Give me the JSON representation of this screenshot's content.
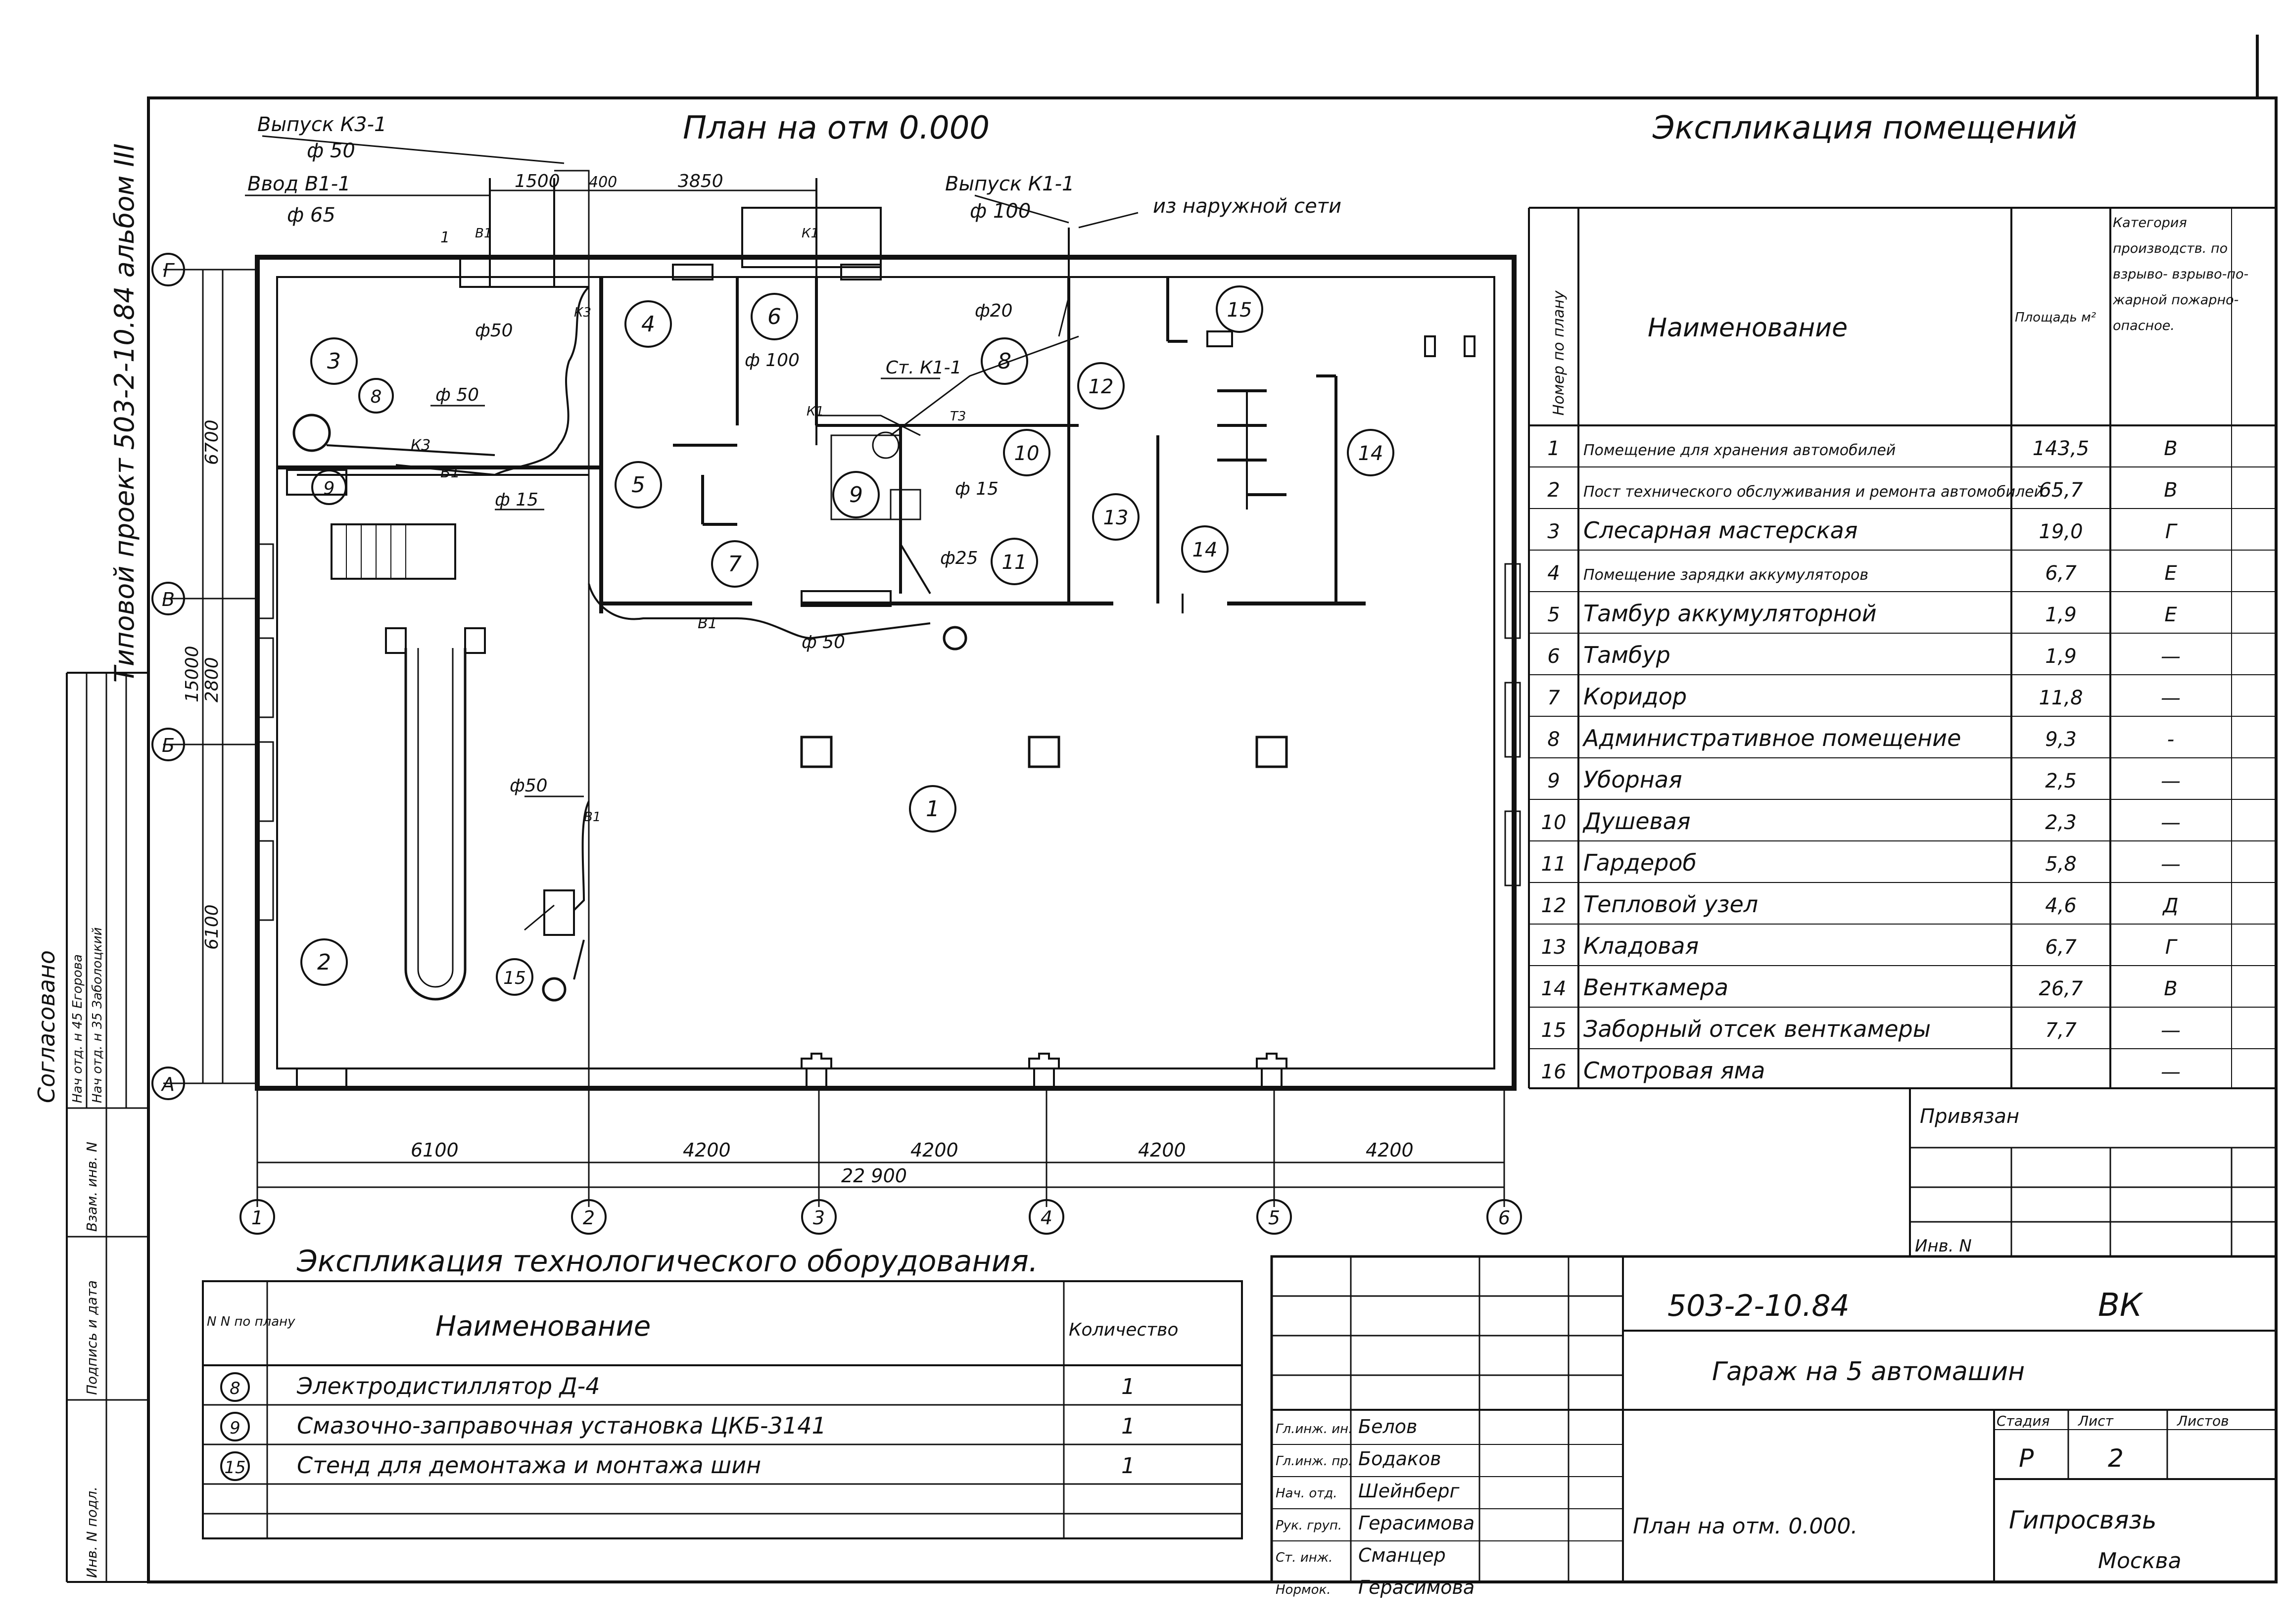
{
  "drawing": {
    "plan_title": "План на отм 0.000",
    "vertical_label": "Типовой проект 503-2-10.84 альбом III"
  },
  "pipes": {
    "k3_label": "Выпуск К3-1",
    "k3_dia": "ф 50",
    "v1_label": "Ввод В1-1",
    "v1_dia": "ф 65",
    "k1_label": "Выпуск К1-1",
    "k1_dia": "ф 100",
    "external": "из наружной сети",
    "riser": "Ст. К1-1",
    "dims_top": [
      "1500",
      "400",
      "3850"
    ],
    "diameters": [
      "ф50",
      "ф 50",
      "ф 15",
      "ф 100",
      "ф20",
      "ф 15",
      "ф25",
      "ф 50",
      "ф50"
    ],
    "codes": [
      "К3",
      "В1",
      "В1",
      "В1",
      "К1",
      "К1",
      "К3",
      "В1",
      "Т3"
    ],
    "mark_1": "1"
  },
  "plan": {
    "room_numbers": [
      "1",
      "2",
      "3",
      "4",
      "5",
      "6",
      "7",
      "8",
      "9",
      "10",
      "11",
      "12",
      "13",
      "14",
      "14",
      "15"
    ],
    "equipment_marks": [
      "8",
      "9",
      "15"
    ],
    "axis_letters": [
      "Г",
      "В",
      "Б",
      "А"
    ],
    "axis_numbers": [
      "1",
      "2",
      "3",
      "4",
      "5",
      "6"
    ],
    "dims_left": [
      "6700",
      "15000",
      "2800",
      "6100"
    ],
    "dims_bottom": [
      "6100",
      "4200",
      "4200",
      "4200",
      "4200"
    ],
    "dim_total": "22 900"
  },
  "approval": {
    "title": "Согласовано",
    "rows": [
      "Нач отд. н 45 Егорова",
      "Нач отд. н 35 Заболоцкий"
    ]
  },
  "side_stamp": {
    "cells": [
      "Инв. N подл.",
      "Подпись и дата",
      "Взам. инв. N"
    ]
  },
  "rooms_table": {
    "title": "Экспликация помещений",
    "headers": {
      "num": "Номер по плану",
      "name": "Наименование",
      "area": "Площадь м²",
      "cat": "Категория производств. по взрыво- взрыво-по- жарной пожарно- опасное."
    },
    "rows": [
      {
        "n": "1",
        "name": "Помещение для хранения автомобилей",
        "area": "143,5",
        "cat": "В"
      },
      {
        "n": "2",
        "name": "Пост технического обслуживания и ремонта автомобилей",
        "area": "65,7",
        "cat": "В"
      },
      {
        "n": "3",
        "name": "Слесарная мастерская",
        "area": "19,0",
        "cat": "Г"
      },
      {
        "n": "4",
        "name": "Помещение зарядки аккумуляторов",
        "area": "6,7",
        "cat": "Е"
      },
      {
        "n": "5",
        "name": "Тамбур аккумуляторной",
        "area": "1,9",
        "cat": "Е"
      },
      {
        "n": "6",
        "name": "Тамбур",
        "area": "1,9",
        "cat": "—"
      },
      {
        "n": "7",
        "name": "Коридор",
        "area": "11,8",
        "cat": "—"
      },
      {
        "n": "8",
        "name": "Административное помещение",
        "area": "9,3",
        "cat": "-"
      },
      {
        "n": "9",
        "name": "Уборная",
        "area": "2,5",
        "cat": "—"
      },
      {
        "n": "10",
        "name": "Душевая",
        "area": "2,3",
        "cat": "—"
      },
      {
        "n": "11",
        "name": "Гардероб",
        "area": "5,8",
        "cat": "—"
      },
      {
        "n": "12",
        "name": "Тепловой узел",
        "area": "4,6",
        "cat": "Д"
      },
      {
        "n": "13",
        "name": "Кладовая",
        "area": "6,7",
        "cat": "Г"
      },
      {
        "n": "14",
        "name": "Венткамера",
        "area": "26,7",
        "cat": "В"
      },
      {
        "n": "15",
        "name": "Заборный отсек венткамеры",
        "area": "7,7",
        "cat": "—"
      },
      {
        "n": "16",
        "name": "Смотровая яма",
        "area": "",
        "cat": "—"
      }
    ]
  },
  "binding": {
    "title": "Привязан",
    "inv": "Инв. N"
  },
  "equipment_table": {
    "title": "Экспликация технологического оборудования.",
    "headers": {
      "num": "N N по плану",
      "name": "Наименование",
      "qty": "Количество"
    },
    "rows": [
      {
        "n": "8",
        "name": "Электродистиллятор Д-4",
        "qty": "1"
      },
      {
        "n": "9",
        "name": "Смазочно-заправочная установка ЦКБ-3141",
        "qty": "1"
      },
      {
        "n": "15",
        "name": "Стенд для демонтажа и монтажа шин",
        "qty": "1"
      }
    ]
  },
  "title_block": {
    "code": "503-2-10.84",
    "mark": "ВК",
    "project": "Гараж на 5 автомашин",
    "sheet_name": "План на отм. 0.000.",
    "stage_label": "Стадия",
    "sheet_label": "Лист",
    "sheets_label": "Листов",
    "stage": "Р",
    "sheet": "2",
    "org": "Гипросвязь",
    "city": "Москва",
    "people": [
      {
        "role": "Гл.инж. ин.",
        "name": "Белов"
      },
      {
        "role": "Гл.инж. пр.",
        "name": "Бодаков"
      },
      {
        "role": "Нач. отд.",
        "name": "Шейнберг"
      },
      {
        "role": "Рук. груп.",
        "name": "Герасимова"
      },
      {
        "role": "Ст. инж.",
        "name": "Сманцер"
      },
      {
        "role": "Нормок.",
        "name": "Герасимова"
      }
    ]
  }
}
